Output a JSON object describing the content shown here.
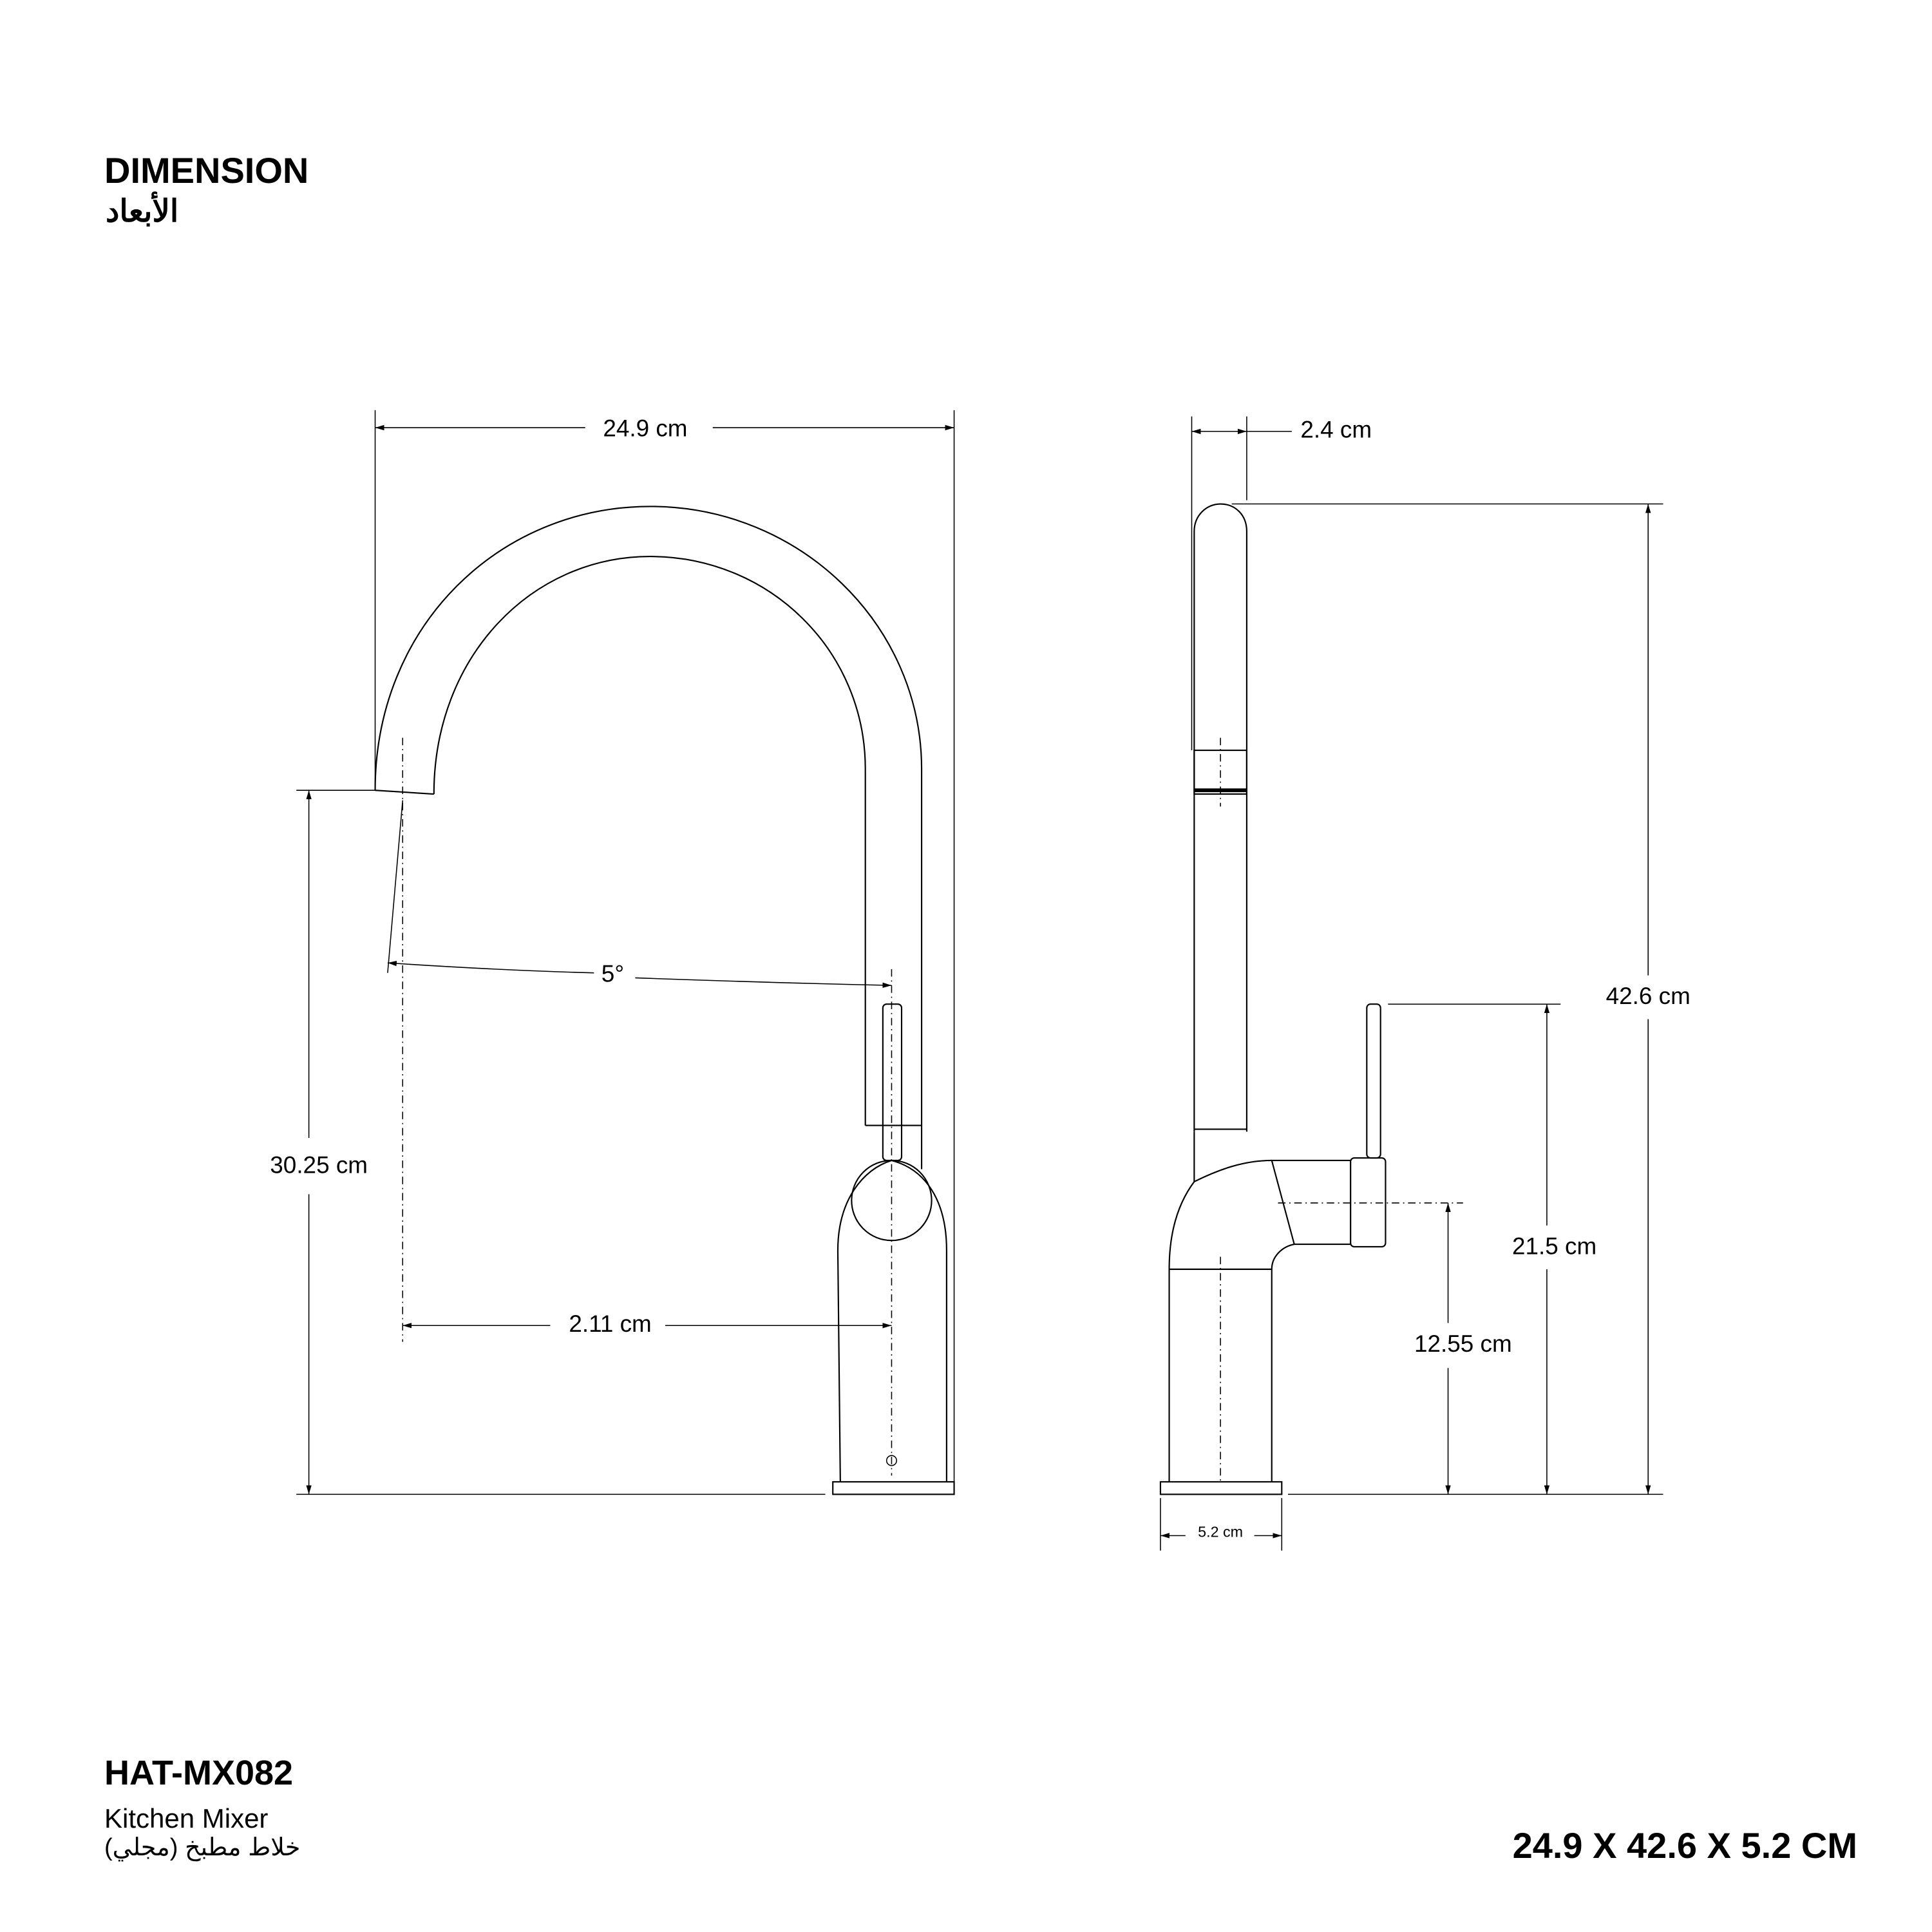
{
  "header": {
    "title": "DIMENSION",
    "title_ar": "الأبعاد"
  },
  "front_view": {
    "width_label": "24.9 cm",
    "spout_height_label": "30.25 cm",
    "angle_label": "5°",
    "reach_label": "2.11 cm"
  },
  "side_view": {
    "tube_width_label": "2.4 cm",
    "total_height_label": "42.6 cm",
    "handle_height_label": "21.5 cm",
    "hub_height_label": "12.55 cm",
    "base_width_label": "5.2 cm"
  },
  "product": {
    "code": "HAT-MX082",
    "name": "Kitchen Mixer",
    "name_ar": "خلاط مطبخ (مجلي)",
    "overall_dimensions": "24.9 X 42.6 X 5.2 CM"
  }
}
